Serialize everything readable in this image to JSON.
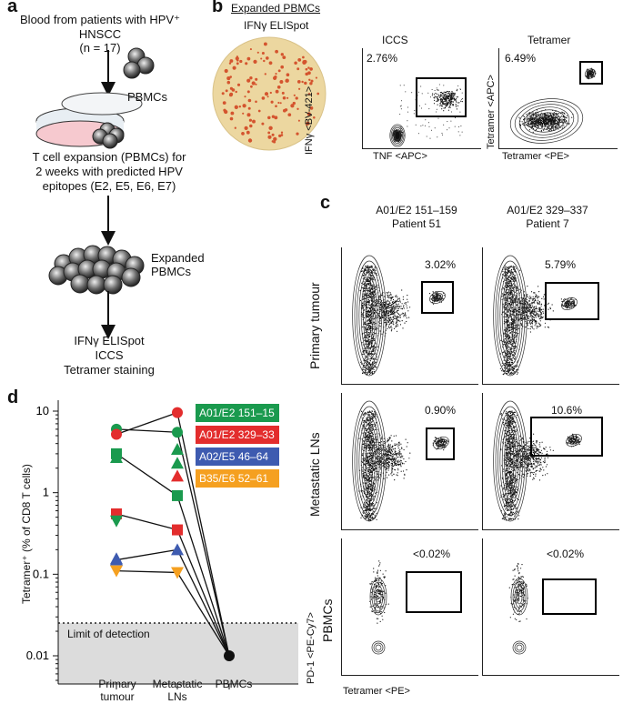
{
  "panel_a": {
    "letter": "a",
    "blood_line1": "Blood from patients with HPV⁺ HNSCC",
    "blood_line2": "(n = 17)",
    "pbmcs_label": "PBMCs",
    "expansion_line1": "T cell expansion (PBMCs) for",
    "expansion_line2": "2 weeks with predicted HPV",
    "expansion_line3": "epitopes (E2, E5, E6, E7)",
    "expanded_line1": "Expanded",
    "expanded_line2": "PBMCs",
    "assay_line1": "IFNγ ELISpot",
    "assay_line2": "ICCS",
    "assay_line3": "Tetramer staining"
  },
  "panel_b": {
    "letter": "b",
    "header": "Expanded PBMCs",
    "elispot_label": "IFNγ ELISpot",
    "iccs_title": "ICCS",
    "iccs_pct": "2.76%",
    "iccs_ylabel": "IFNγ <BV-421>",
    "iccs_xlabel": "TNF <APC>",
    "tet_title": "Tetramer",
    "tet_pct": "6.49%",
    "tet_ylabel": "Tetramer <APC>",
    "tet_xlabel": "Tetramer <PE>"
  },
  "panel_c": {
    "letter": "c",
    "col1_line1": "A01/E2 151–159",
    "col1_line2": "Patient 51",
    "col2_line1": "A01/E2 329–337",
    "col2_line2": "Patient 7",
    "row1_label": "Primary tumour",
    "row2_label": "Metastatic LNs",
    "row3_label": "PBMCs",
    "r1c1": "3.02%",
    "r1c2": "5.79%",
    "r2c1": "0.90%",
    "r2c2": "10.6%",
    "r3c1": "<0.02%",
    "r3c2": "<0.02%",
    "ylabel": "PD-1 <PE-Cy7>",
    "xlabel": "Tetramer <PE>"
  },
  "panel_d": {
    "letter": "d",
    "lod_label": "Limit of detection"
  },
  "chart_data": {
    "type": "scatter",
    "ylabel": "Tetramer⁺ (% of CD8 T cells)",
    "yscale": "log",
    "ylim": [
      0.005,
      10
    ],
    "yticks": [
      "10",
      "1",
      "0.1",
      "0.01"
    ],
    "categories": [
      "Primary tumour",
      "Metastatic LNs",
      "PBMCs"
    ],
    "limit_of_detection": 0.02,
    "legend": [
      {
        "name": "A01/E2 151–15",
        "color": "#1a9a4e"
      },
      {
        "name": "A01/E2 329–33",
        "color": "#e32d2d"
      },
      {
        "name": "A02/E5 46–64",
        "color": "#3e5bb0"
      },
      {
        "name": "B35/E6 52–61",
        "color": "#f5a020"
      }
    ],
    "points": [
      {
        "c": "#1a9a4e",
        "s": "circle",
        "x": 0,
        "y": 6.0
      },
      {
        "c": "#e32d2d",
        "s": "circle",
        "x": 0,
        "y": 5.2
      },
      {
        "c": "#1a9a4e",
        "s": "square",
        "x": 0,
        "y": 3.0
      },
      {
        "c": "#1a9a4e",
        "s": "triangle",
        "x": 0,
        "y": 2.7
      },
      {
        "c": "#e32d2d",
        "s": "square",
        "x": 0,
        "y": 0.55
      },
      {
        "c": "#1a9a4e",
        "s": "triangle-down",
        "x": 0,
        "y": 0.45
      },
      {
        "c": "#3e5bb0",
        "s": "triangle",
        "x": 0,
        "y": 0.155
      },
      {
        "c": "#3e5bb0",
        "s": "triangle",
        "x": 0,
        "y": 0.15
      },
      {
        "c": "#f5a020",
        "s": "triangle-down",
        "x": 0,
        "y": 0.11
      },
      {
        "c": "#e32d2d",
        "s": "circle",
        "x": 1,
        "y": 9.6
      },
      {
        "c": "#1a9a4e",
        "s": "circle",
        "x": 1,
        "y": 5.5
      },
      {
        "c": "#1a9a4e",
        "s": "triangle",
        "x": 1,
        "y": 3.4
      },
      {
        "c": "#1a9a4e",
        "s": "triangle",
        "x": 1,
        "y": 2.3
      },
      {
        "c": "#e32d2d",
        "s": "triangle",
        "x": 1,
        "y": 1.6
      },
      {
        "c": "#1a9a4e",
        "s": "square",
        "x": 1,
        "y": 0.92
      },
      {
        "c": "#e32d2d",
        "s": "square",
        "x": 1,
        "y": 0.35
      },
      {
        "c": "#3e5bb0",
        "s": "triangle",
        "x": 1,
        "y": 0.2
      },
      {
        "c": "#f5a020",
        "s": "triangle-down",
        "x": 1,
        "y": 0.105
      },
      {
        "c": "#111111",
        "s": "circle",
        "x": 2,
        "y": 0.01
      }
    ],
    "lines": [
      [
        [
          0,
          6.0
        ],
        [
          1,
          5.5
        ]
      ],
      [
        [
          0,
          5.2
        ],
        [
          1,
          9.6
        ]
      ],
      [
        [
          0,
          3.0
        ],
        [
          1,
          0.92
        ]
      ],
      [
        [
          0,
          0.55
        ],
        [
          1,
          0.35
        ]
      ],
      [
        [
          0,
          0.15
        ],
        [
          1,
          0.2
        ]
      ],
      [
        [
          0,
          0.11
        ],
        [
          1,
          0.105
        ]
      ],
      [
        [
          1,
          9.6
        ],
        [
          2,
          0.01
        ]
      ],
      [
        [
          1,
          5.5
        ],
        [
          2,
          0.01
        ]
      ],
      [
        [
          1,
          0.92
        ],
        [
          2,
          0.01
        ]
      ],
      [
        [
          1,
          0.35
        ],
        [
          2,
          0.01
        ]
      ],
      [
        [
          1,
          0.2
        ],
        [
          2,
          0.01
        ]
      ],
      [
        [
          1,
          0.105
        ],
        [
          2,
          0.01
        ]
      ]
    ]
  }
}
